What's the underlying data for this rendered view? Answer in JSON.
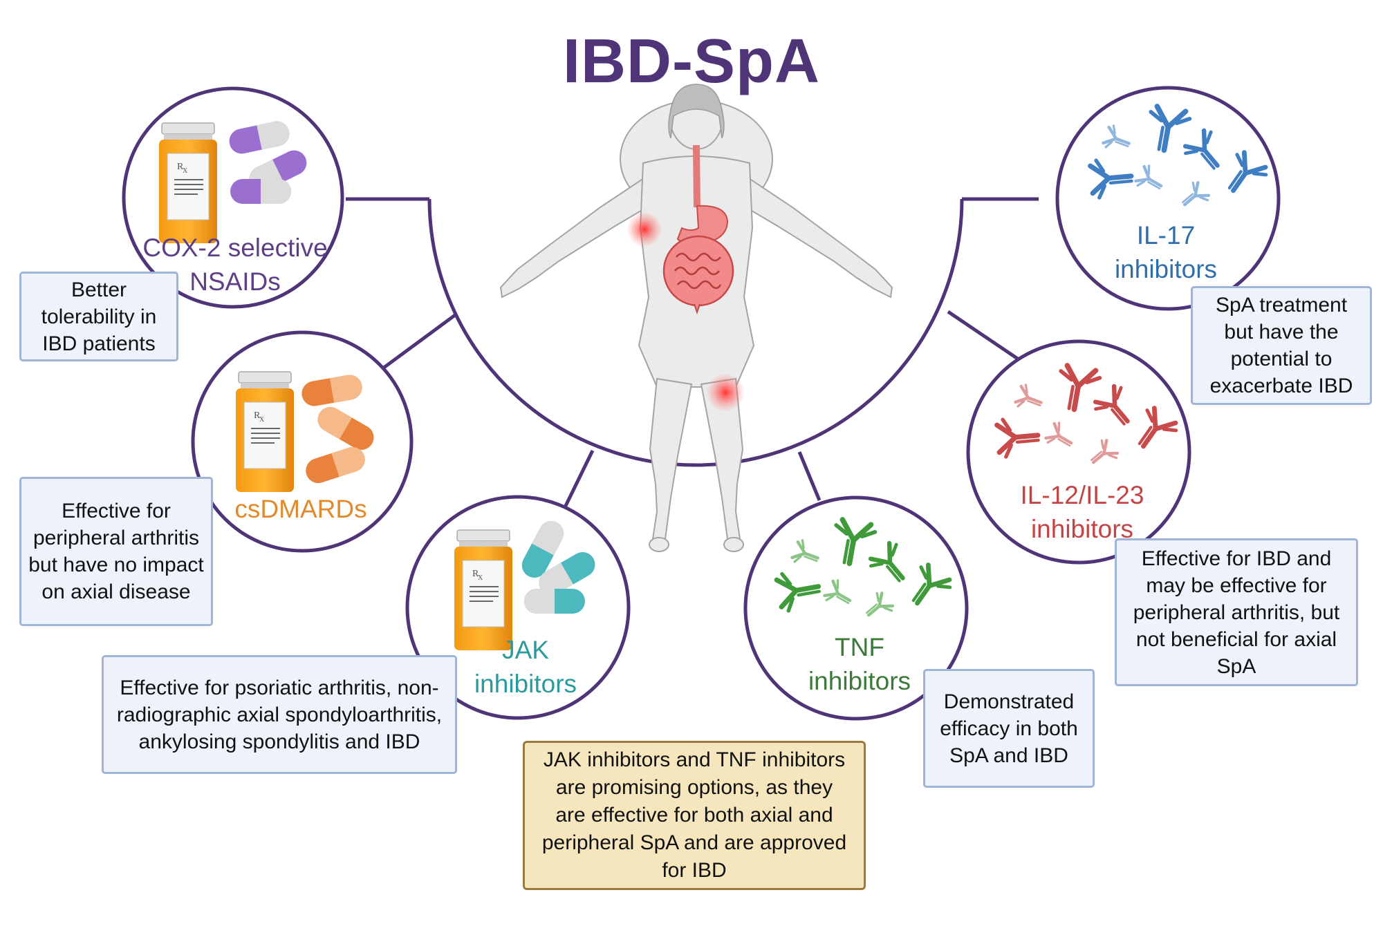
{
  "title": "IBD-SpA",
  "colors": {
    "title": "#4f3478",
    "frame": "#4f3478",
    "cox2": "#5e3f87",
    "csdmards": "#e08a2c",
    "jak": "#2a9a9c",
    "tnf": "#3d7a3a",
    "il1223": "#c24444",
    "il17": "#2f6ea8",
    "note_fill": "#eef3fb",
    "note_border": "#9fb4d6",
    "summary_fill": "#f5e6be",
    "summary_border": "#9a7a3c"
  },
  "figure": {
    "name": "human-body-figure",
    "icon": "human-body-icon"
  },
  "drugs": {
    "cox2": {
      "label": "COX-2 selective NSAIDs",
      "icon": "pill-bottle-capsules-icon",
      "capsule_color": "purple"
    },
    "csdmards": {
      "label": "csDMARDs",
      "icon": "pill-bottle-capsules-icon",
      "capsule_color": "orange"
    },
    "jak": {
      "label": "JAK inhibitors",
      "icon": "pill-bottle-capsules-icon",
      "capsule_color": "teal"
    },
    "tnf": {
      "label": "TNF inhibitors",
      "icon": "antibody-icon",
      "antibody_color": "green"
    },
    "il1223": {
      "label": "IL-12/IL-23 inhibitors",
      "icon": "antibody-icon",
      "antibody_color": "red"
    },
    "il17": {
      "label": "IL-17 inhibitors",
      "icon": "antibody-icon",
      "antibody_color": "blue"
    }
  },
  "notes": {
    "cox2": "Better tolerability in IBD patients",
    "csdmards": "Effective for peripheral arthritis but have no impact on axial disease",
    "jak": "Effective for psoriatic arthritis, non-radiographic axial spondyloarthritis, ankylosing spondylitis and IBD",
    "tnf": "Demonstrated efficacy in both SpA and IBD",
    "il1223": "Effective for IBD and may be effective for peripheral arthritis, but not beneficial for axial SpA",
    "il17": "SpA treatment but have the potential to exacerbate IBD"
  },
  "summary": "JAK inhibitors and TNF inhibitors are promising options, as they are effective for both axial and peripheral SpA and are approved for IBD"
}
